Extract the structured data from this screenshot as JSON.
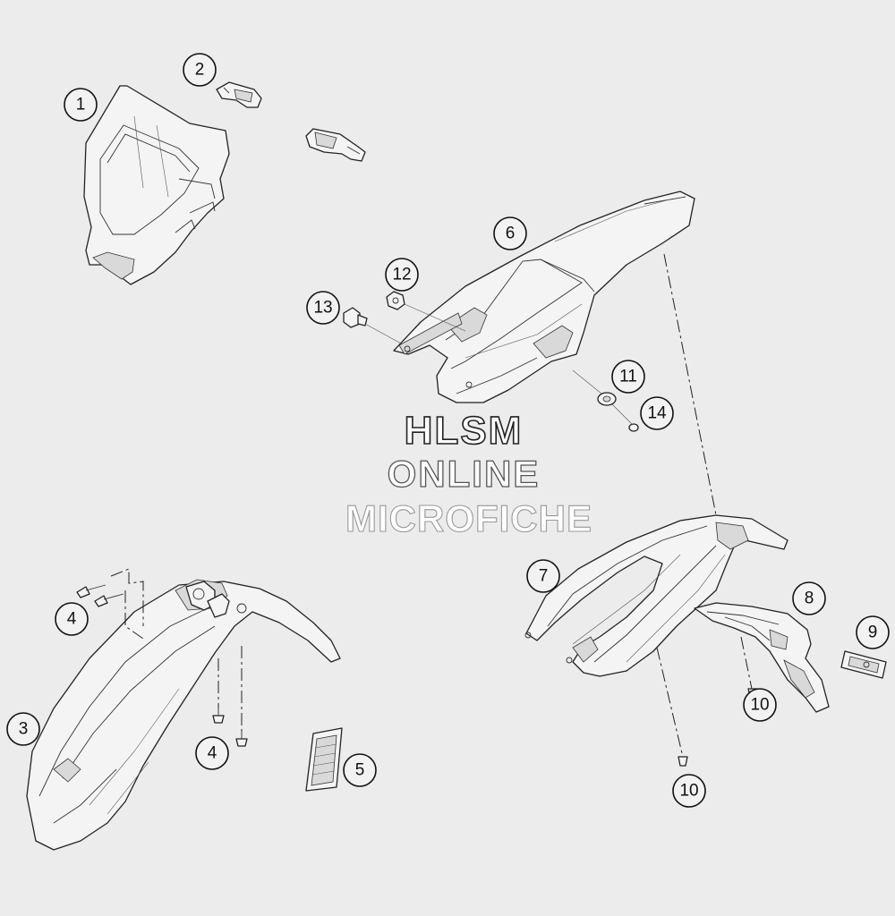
{
  "diagram": {
    "callouts": [
      {
        "id": "c1",
        "label": "1"
      },
      {
        "id": "c2",
        "label": "2"
      },
      {
        "id": "c3",
        "label": "3"
      },
      {
        "id": "c4a",
        "label": "4"
      },
      {
        "id": "c4b",
        "label": "4"
      },
      {
        "id": "c5",
        "label": "5"
      },
      {
        "id": "c6",
        "label": "6"
      },
      {
        "id": "c7",
        "label": "7"
      },
      {
        "id": "c8",
        "label": "8"
      },
      {
        "id": "c9",
        "label": "9"
      },
      {
        "id": "c10a",
        "label": "10"
      },
      {
        "id": "c10b",
        "label": "10"
      },
      {
        "id": "c11",
        "label": "11"
      },
      {
        "id": "c12",
        "label": "12"
      },
      {
        "id": "c13",
        "label": "13"
      },
      {
        "id": "c14",
        "label": "14"
      }
    ],
    "watermark": {
      "line1": "HLSM",
      "line2": "ONLINE",
      "line3": "MICROFICHE"
    }
  },
  "colors": {
    "background": "#ececec",
    "line": "#222222"
  }
}
